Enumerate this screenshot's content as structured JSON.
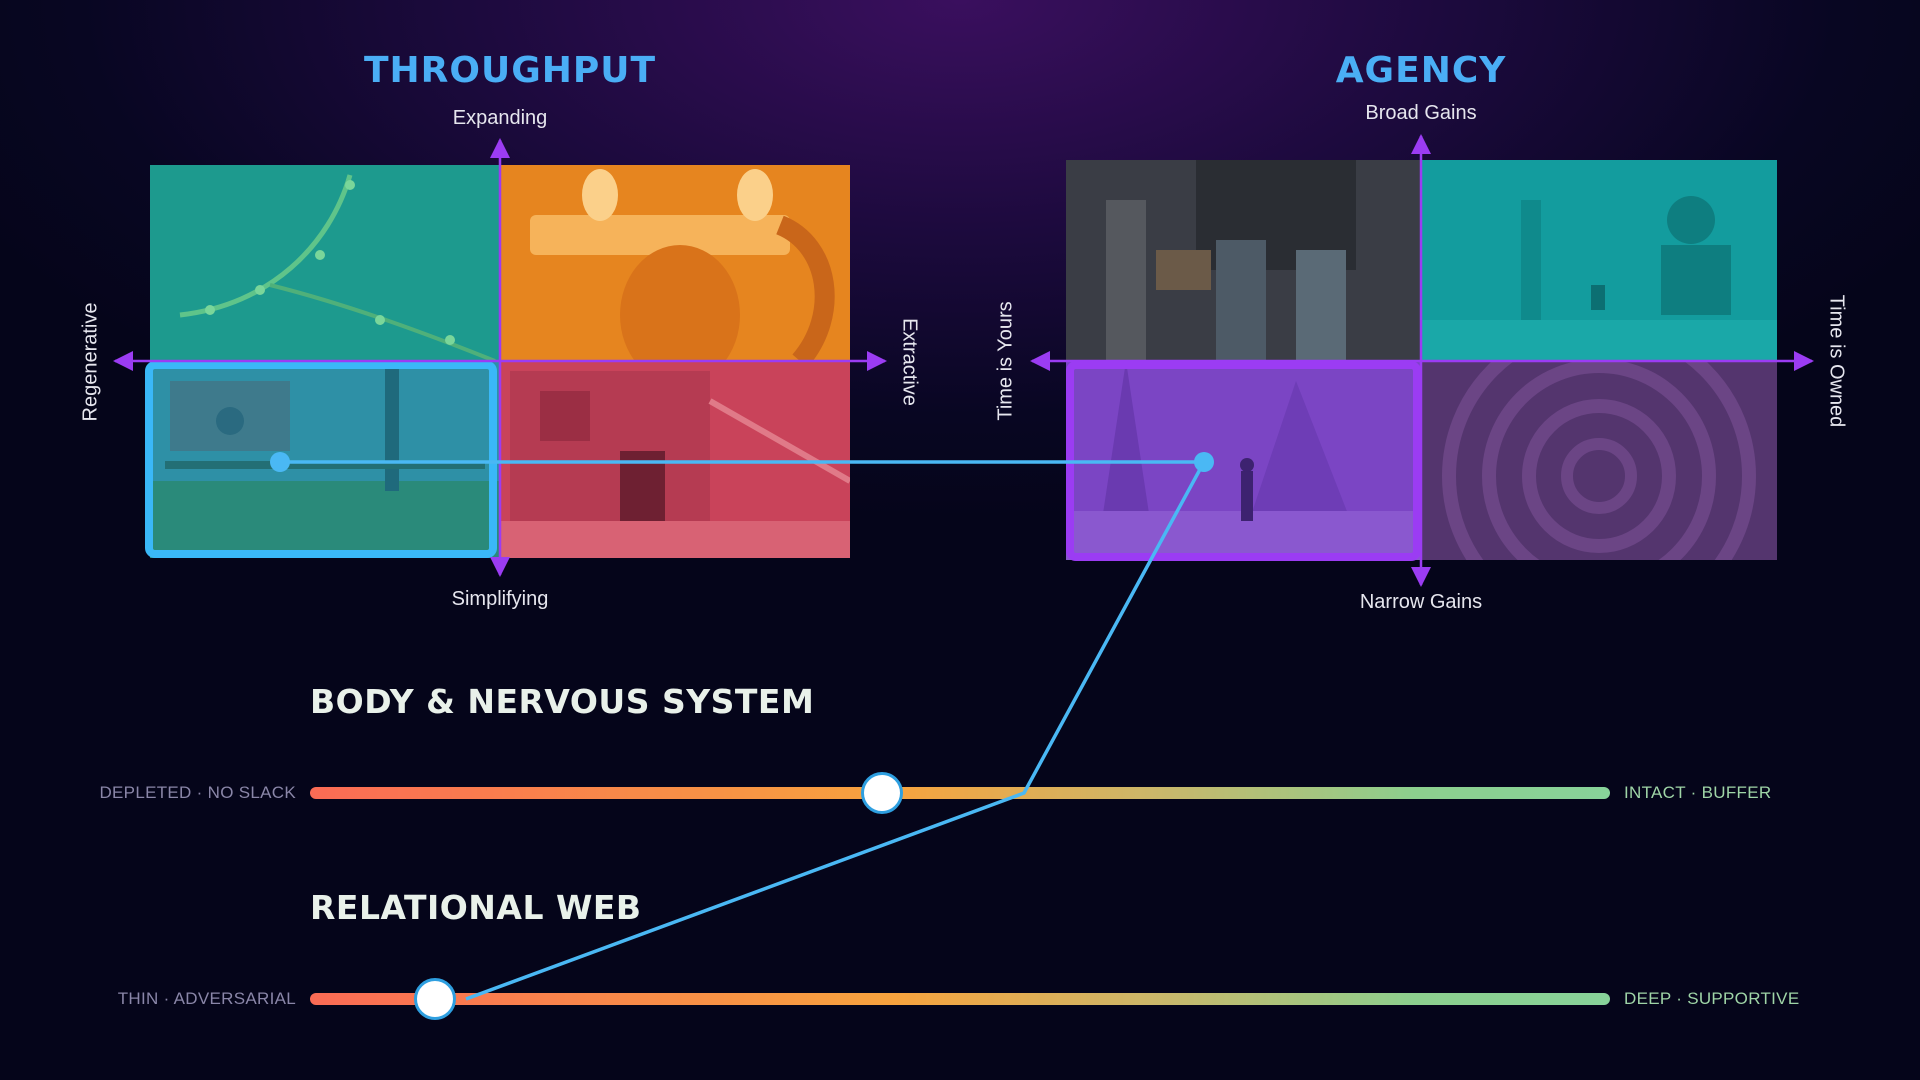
{
  "throughput": {
    "title": "THROUGHPUT",
    "axis_top": "Expanding",
    "axis_bottom": "Simplifying",
    "axis_left": "Regenerative",
    "axis_right": "Extractive",
    "selected_quadrant": "bottom-left",
    "cells": [
      {
        "position": "top-left",
        "color": "#1d9a8e",
        "icon": "branch-image"
      },
      {
        "position": "top-right",
        "color": "#e6851f",
        "icon": "hands-image"
      },
      {
        "position": "bottom-left",
        "color": "#2e90a6",
        "icon": "meadow-image"
      },
      {
        "position": "bottom-right",
        "color": "#c9435a",
        "icon": "ruined-house-image"
      }
    ],
    "highlight_color": "#3ab8f8"
  },
  "agency": {
    "title": "AGENCY",
    "axis_top": "Broad Gains",
    "axis_bottom": "Narrow Gains",
    "axis_left": "Time is Yours",
    "axis_right": "Time is Owned",
    "selected_quadrant": "bottom-left",
    "cells": [
      {
        "position": "top-left",
        "color": "#3a3d45",
        "icon": "community-image"
      },
      {
        "position": "top-right",
        "color": "#139c9e",
        "icon": "office-worker-image"
      },
      {
        "position": "bottom-left",
        "color": "#7b45c4",
        "icon": "forest-lake-image"
      },
      {
        "position": "bottom-right",
        "color": "#54356e",
        "icon": "labyrinth-image"
      }
    ],
    "highlight_color": "#9b3cf3"
  },
  "body_nervous_system": {
    "title": "BODY & NERVOUS SYSTEM",
    "left_label": "DEPLETED · NO SLACK",
    "right_label": "INTACT · BUFFER",
    "value": 0.44
  },
  "relational_web": {
    "title": "RELATIONAL WEB",
    "left_label": "THIN · ADVERSARIAL",
    "right_label": "DEEP · SUPPORTIVE",
    "value": 0.096
  },
  "colors": {
    "axis": "#9b3cf3",
    "connector": "#4ab8f4",
    "title": "#4aaef5"
  }
}
